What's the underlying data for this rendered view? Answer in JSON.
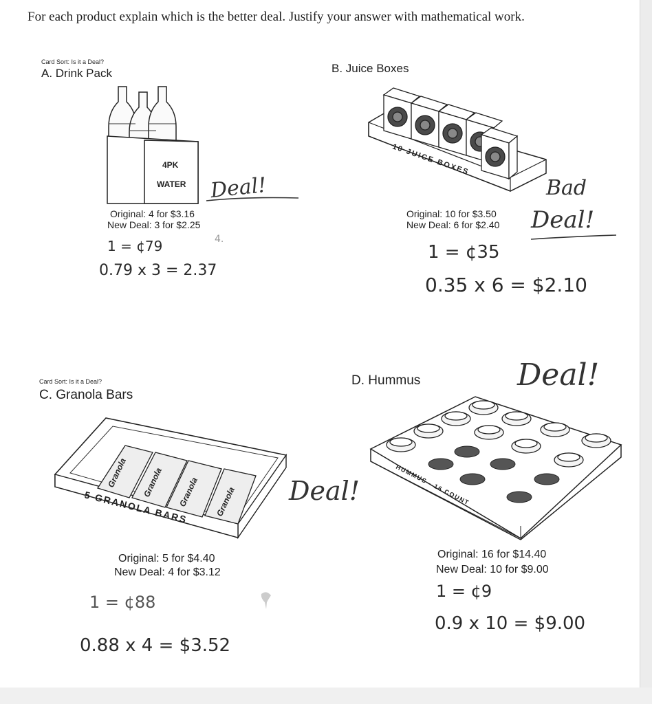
{
  "instructions": "For each product explain which is the better deal.  Justify your answer with mathematical work.",
  "cards": {
    "a": {
      "card_sort": "Card Sort: Is it a Deal?",
      "title": "A. Drink Pack",
      "box_line1": "4PK",
      "box_line2": "WATER",
      "original": "Original: 4 for $3.16",
      "new_deal": "New Deal: 3 for $2.25",
      "note": "Deal!",
      "work_line1": "1 = ¢79",
      "work_line2": "0.79 x 3 = 2.37",
      "stray_mark": "4."
    },
    "b": {
      "title": "B. Juice Boxes",
      "tray_label": "10 JUICE BOXES",
      "original": "Original: 10 for $3.50",
      "new_deal": "New Deal: 6 for $2.40",
      "note_line1": "Bad",
      "note_line2": "Deal!",
      "work_line1": "1 = ¢35",
      "work_line2": "0.35 x 6 = $2.10"
    },
    "c": {
      "card_sort": "Card Sort: Is it a Deal?",
      "title": "C. Granola Bars",
      "bar_label": "Granola",
      "tray_label": "5 GRANOLA BARS",
      "original": "Original: 5 for $4.40",
      "new_deal": "New Deal: 4 for $3.12",
      "note": "Deal!",
      "work_line1": "1 = ¢88",
      "work_line2": "0.88 x 4 = $3.52"
    },
    "d": {
      "title": "D. Hummus",
      "tray_label": "HUMMUS - 16 COUNT",
      "original": "Original: 16 for $14.40",
      "new_deal": "New Deal: 10 for $9.00",
      "note": "Deal!",
      "work_line1": "1 = ¢9",
      "work_line2": "0.9 x 10 = $9.00"
    }
  }
}
